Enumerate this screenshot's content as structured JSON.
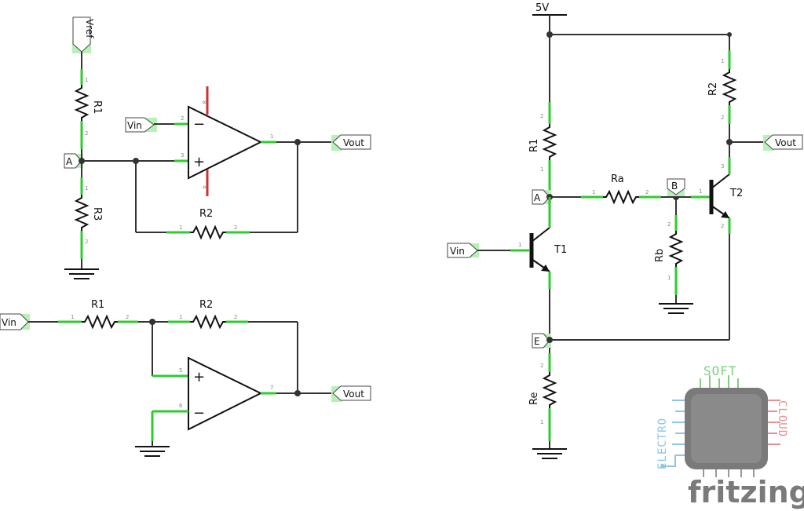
{
  "colors": {
    "wire": "#333333",
    "pin": "#2ecc2e",
    "power_pin": "#d03030",
    "logo_gray": "#7a7a7a",
    "logo_blue": "#8ec6ea",
    "logo_green": "#7fd07f",
    "logo_red": "#e89090"
  },
  "circuit1": {
    "vref": "Vref",
    "r1": "R1",
    "r3": "R3",
    "node_a": "A",
    "vin": "Vin",
    "r2": "R2",
    "vout": "Vout",
    "opamp_pins": {
      "inv": "2",
      "noninv": "3",
      "out": "1",
      "vplus": "8",
      "vminus": "4"
    }
  },
  "circuit2": {
    "vin": "Vin",
    "r1": "R1",
    "r2": "R2",
    "vout": "Vout",
    "opamp_pins": {
      "noninv": "5",
      "inv": "6",
      "out": "7"
    }
  },
  "circuit3": {
    "supply": "5V",
    "r1": "R1",
    "r2": "R2",
    "ra": "Ra",
    "rb": "Rb",
    "re": "Re",
    "t1": "T1",
    "t2": "T2",
    "node_a": "A",
    "node_b": "B",
    "node_e": "E",
    "vin": "Vin",
    "vout": "Vout"
  },
  "logo": {
    "word": "fritzing",
    "left": "ELECTRO",
    "top": "SOFT",
    "right": "CLOUD"
  },
  "icons": [
    "ground-icon",
    "resistor-icon",
    "opamp-icon",
    "npn-transistor-icon",
    "net-flag-icon"
  ]
}
